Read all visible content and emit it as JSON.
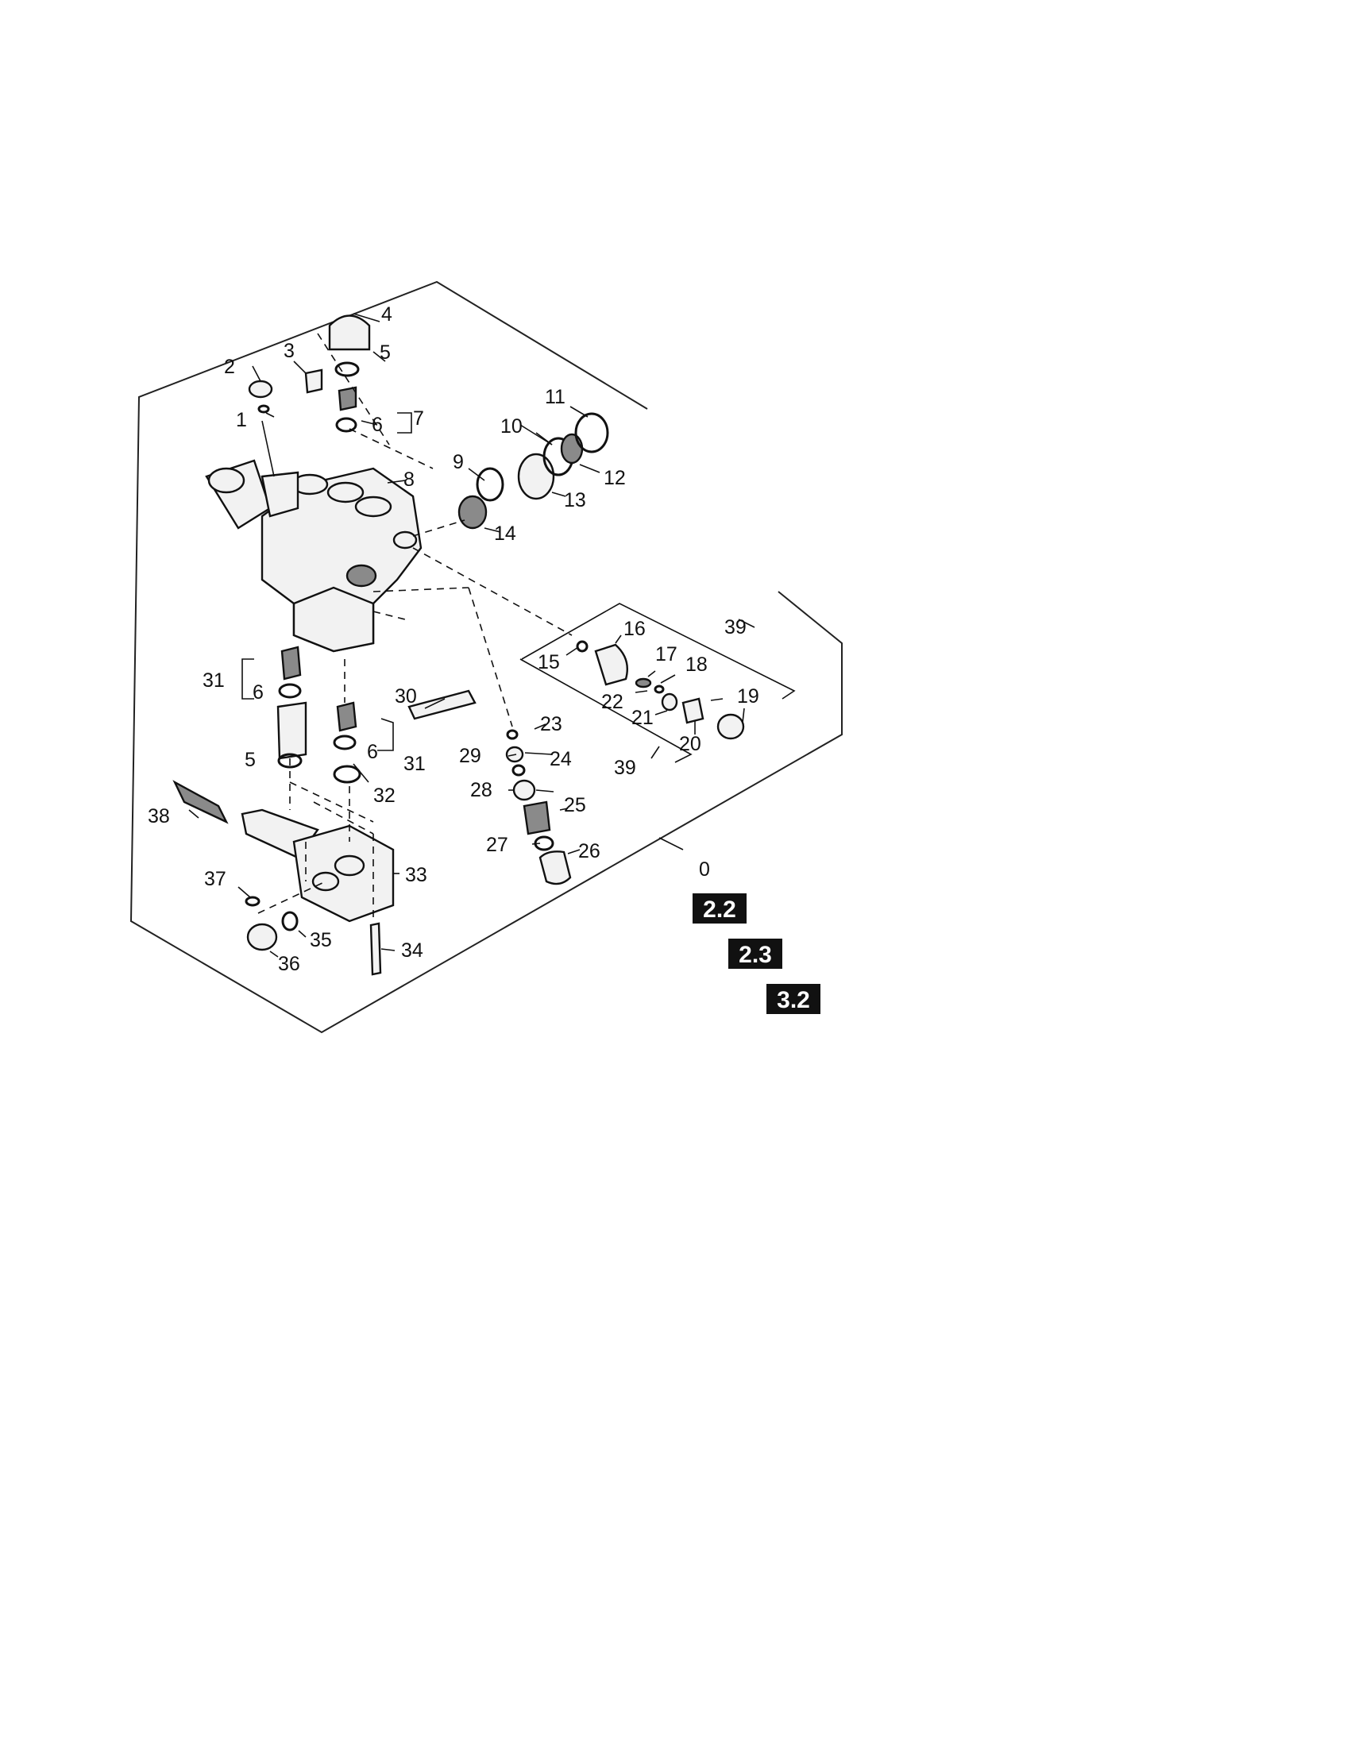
{
  "diagram": {
    "callouts": {
      "c0": "0",
      "c1": "1",
      "c2": "2",
      "c3": "3",
      "c4": "4",
      "c5a": "5",
      "c5b": "5",
      "c6a": "6",
      "c6b": "6",
      "c6c": "6",
      "c7": "7",
      "c8": "8",
      "c9": "9",
      "c10": "10",
      "c11": "11",
      "c12": "12",
      "c13": "13",
      "c14": "14",
      "c15": "15",
      "c16": "16",
      "c17": "17",
      "c18": "18",
      "c19": "19",
      "c20": "20",
      "c21": "21",
      "c22": "22",
      "c23": "23",
      "c24": "24",
      "c25": "25",
      "c26": "26",
      "c27": "27",
      "c28": "28",
      "c29": "29",
      "c30": "30",
      "c31a": "31",
      "c31b": "31",
      "c32": "32",
      "c33": "33",
      "c34": "34",
      "c35": "35",
      "c36": "36",
      "c37": "37",
      "c38": "38",
      "c39a": "39",
      "c39b": "39"
    },
    "section_badges": [
      "2.2",
      "2.3",
      "3.2"
    ]
  }
}
